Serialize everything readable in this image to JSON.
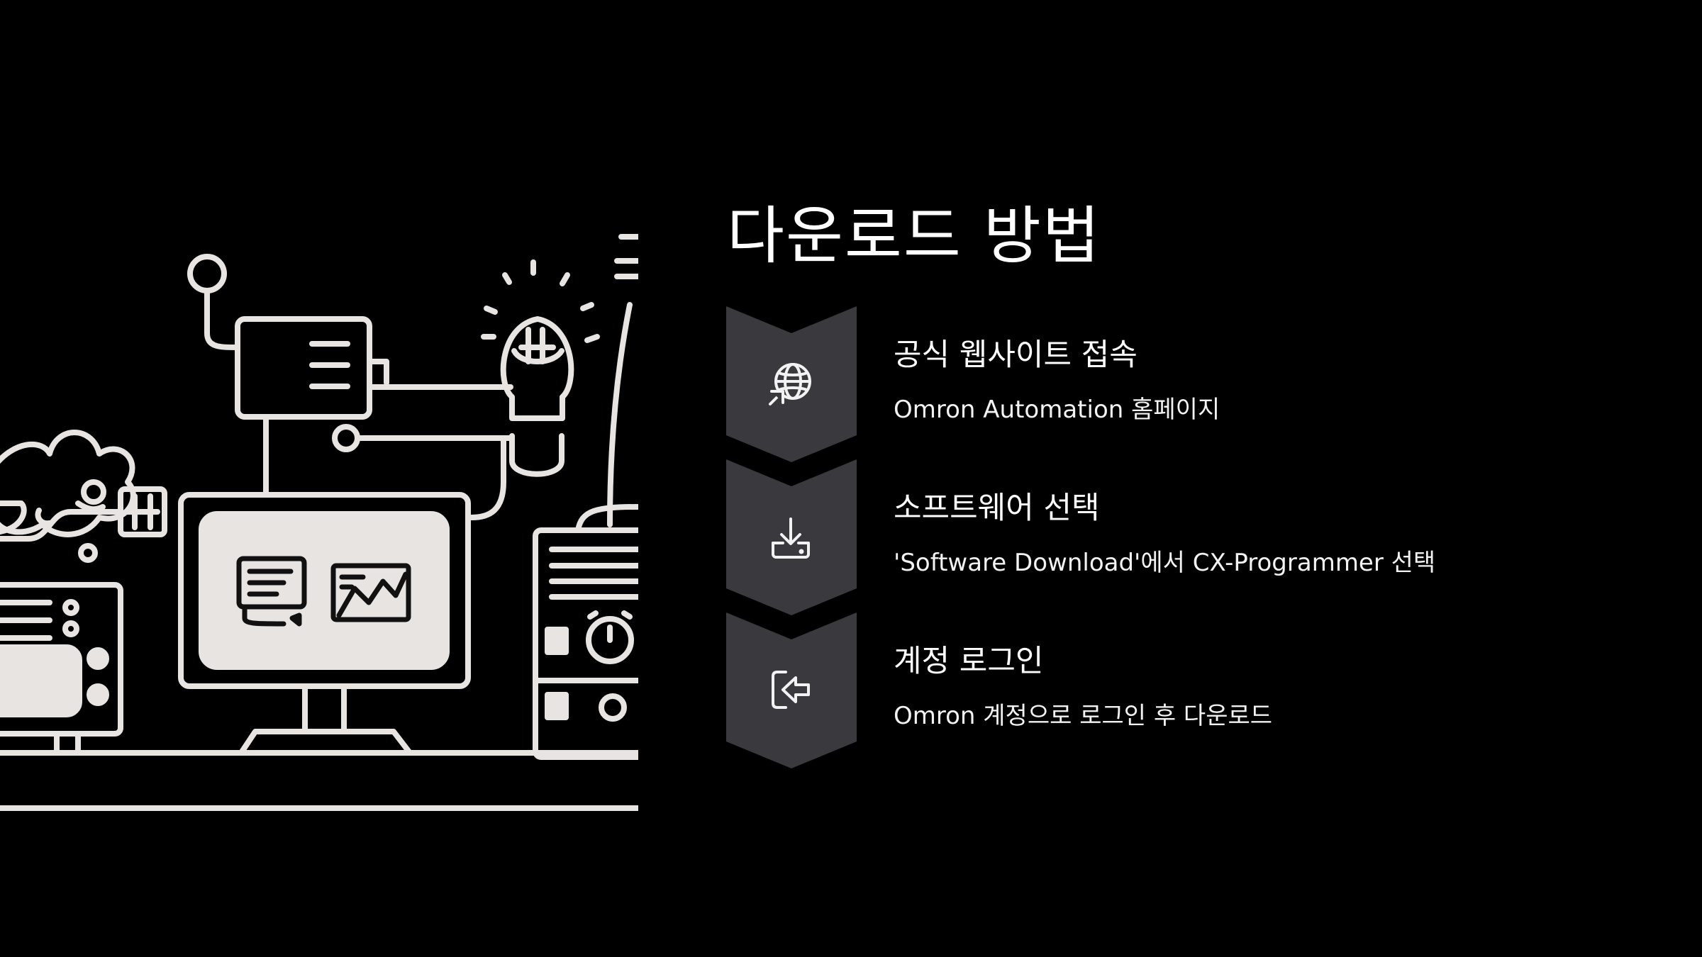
{
  "slide": {
    "title": "다운로드 방법",
    "steps": [
      {
        "title": "공식 웹사이트 접속",
        "description": "Omron Automation 홈페이지",
        "icon": "globe-cursor-icon"
      },
      {
        "title": "소프트웨어 선택",
        "description": "'Software Download'에서 CX-Programmer 선택",
        "icon": "download-tray-icon"
      },
      {
        "title": "계정 로그인",
        "description": "Omron 계정으로 로그인 후 다운로드",
        "icon": "login-arrow-icon"
      }
    ]
  },
  "colors": {
    "background": "#000000",
    "chevron_fill": "#3a3a3e",
    "line_art": "#e8e4e2",
    "text": "#ffffff"
  }
}
